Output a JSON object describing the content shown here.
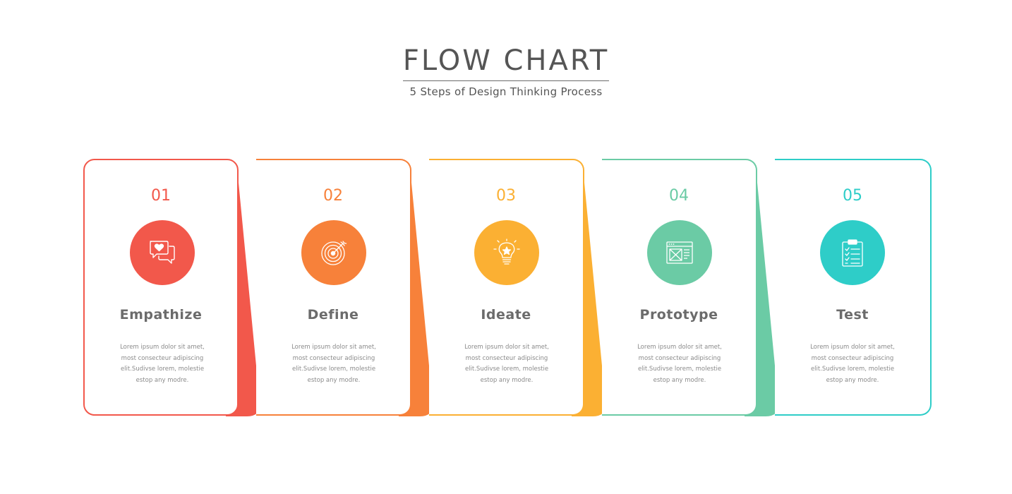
{
  "header": {
    "title": "FLOW CHART",
    "subtitle": "5 Steps of Design Thinking Process"
  },
  "steps": [
    {
      "number": "01",
      "label": "Empathize",
      "description": "Lorem ipsum dolor sit amet, most consecteur adipiscing elit.Sudivse lorem, molestie estop any modre.",
      "color": "#F2584B",
      "icon": "chat-heart-icon"
    },
    {
      "number": "02",
      "label": "Define",
      "description": "Lorem ipsum dolor sit amet, most consecteur adipiscing elit.Sudivse lorem, molestie estop any modre.",
      "color": "#F7813A",
      "icon": "target-icon"
    },
    {
      "number": "03",
      "label": "Ideate",
      "description": "Lorem ipsum dolor sit amet, most consecteur adipiscing elit.Sudivse lorem, molestie estop any modre.",
      "color": "#FBB033",
      "icon": "lightbulb-icon"
    },
    {
      "number": "04",
      "label": "Prototype",
      "description": "Lorem ipsum dolor sit amet, most consecteur adipiscing elit.Sudivse lorem, molestie estop any modre.",
      "color": "#6BCBA5",
      "icon": "wireframe-window-icon"
    },
    {
      "number": "05",
      "label": "Test",
      "description": "Lorem ipsum dolor sit amet, most consecteur adipiscing elit.Sudivse lorem, molestie estop any modre.",
      "color": "#2ECDC8",
      "icon": "clipboard-checklist-icon"
    }
  ]
}
